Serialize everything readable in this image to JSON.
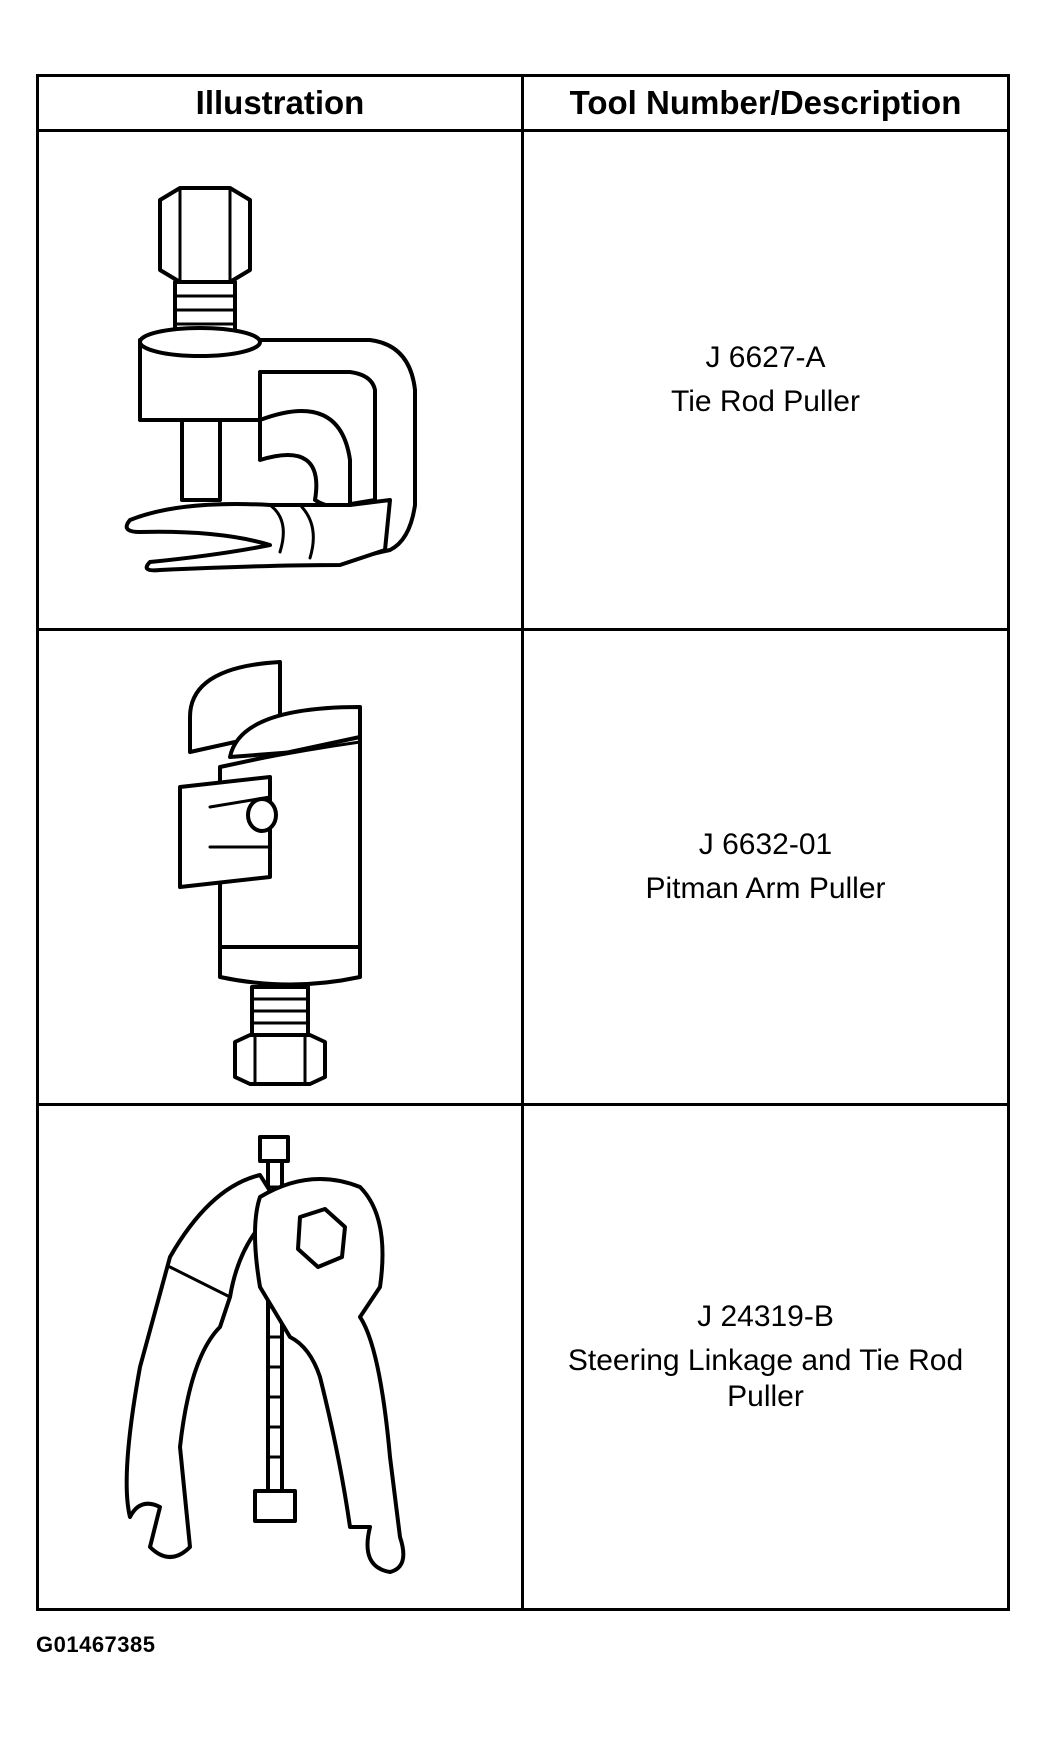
{
  "table": {
    "headers": {
      "illustration": "Illustration",
      "description": "Tool Number/Description"
    },
    "rows": [
      {
        "tool_number": "J 6627-A",
        "description": "Tie Rod Puller",
        "icon": "tie-rod-puller-illustration"
      },
      {
        "tool_number": "J 6632-01",
        "description": "Pitman Arm Puller",
        "icon": "pitman-arm-puller-illustration"
      },
      {
        "tool_number": "J 24319-B",
        "description": "Steering Linkage and Tie Rod Puller",
        "icon": "steering-linkage-puller-illustration"
      }
    ]
  },
  "figure_id": "G01467385"
}
